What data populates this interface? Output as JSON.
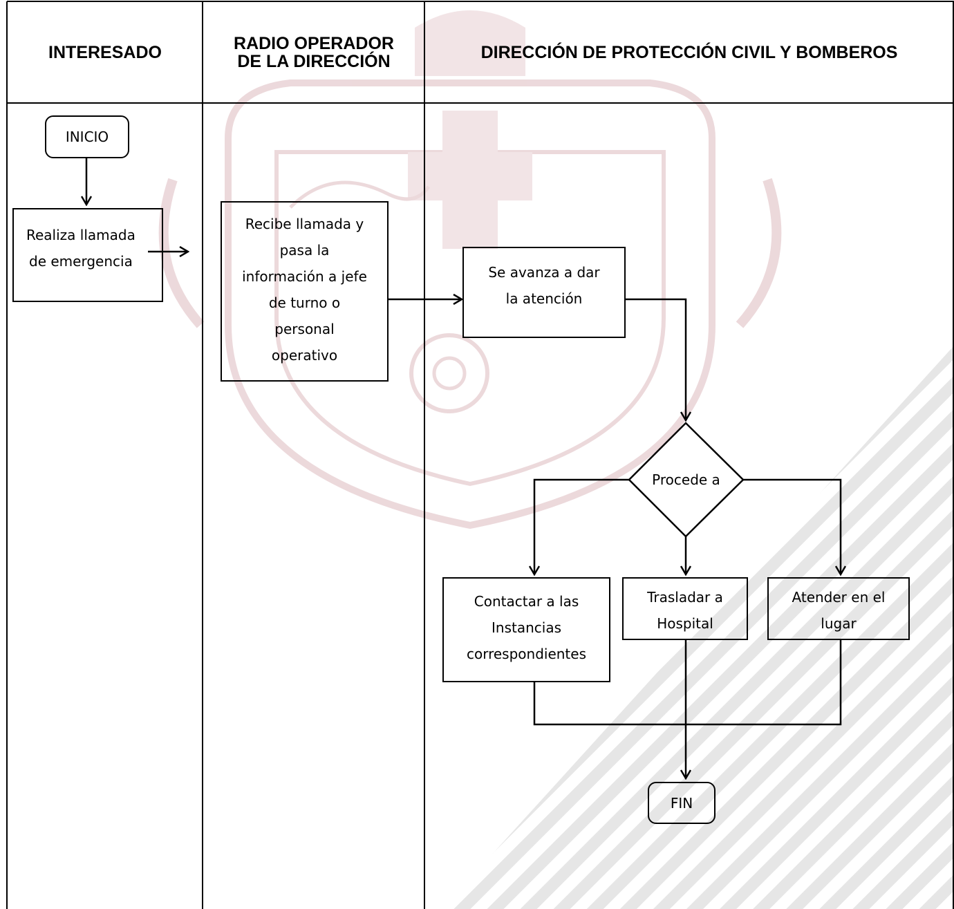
{
  "lanes": {
    "interesado": "INTERESADO",
    "radio": "RADIO OPERADOR\nDE LA DIRECCIÓN",
    "direccion": "DIRECCIÓN DE PROTECCIÓN CIVIL Y BOMBEROS"
  },
  "nodes": {
    "inicio": "INICIO",
    "llamada": "Realiza llamada\nde emergencia",
    "recibe": "Recibe llamada y\npasa la\ninformación a jefe\nde turno o\npersonal\noperativo",
    "avanza": "Se avanza a dar\nla atención",
    "decision": "Procede a",
    "contactar": "Contactar a las\nInstancias\ncorrespondientes",
    "trasladar": "Trasladar a\nHospital",
    "atender": "Atender en el\nlugar",
    "fin": "FIN"
  },
  "colors": {
    "line": "#000000",
    "watermark": "#e8d2d6",
    "stripes": "#e4e4e4"
  }
}
